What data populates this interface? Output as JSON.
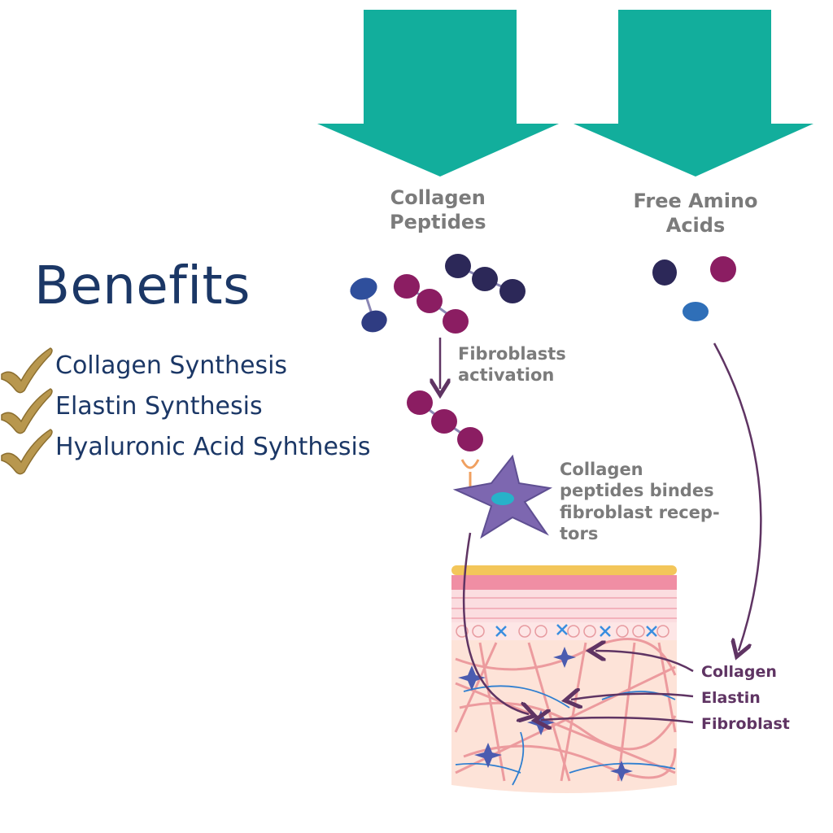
{
  "benefits": {
    "title": "Benefits",
    "items": [
      {
        "label": "Collagen Synthesis"
      },
      {
        "label": "Elastin Synthesis"
      },
      {
        "label": "Hyaluronic Acid Syhthesis"
      }
    ]
  },
  "diagram": {
    "arrow_left_label_line1": "Collagen",
    "arrow_left_label_line2": "Peptides",
    "arrow_right_label_line1": "Free Amino",
    "arrow_right_label_line2": "Acids",
    "step1_line1": "Fibroblasts",
    "step1_line2": "activation",
    "step2_line1": "Collagen",
    "step2_line2": "peptides bindes",
    "step2_line3": "fibroblast recep-",
    "step2_line4": "tors",
    "skin_label_collagen": "Collagen",
    "skin_label_elastin": "Elastin",
    "skin_label_fibroblast": "Fibroblast"
  },
  "colors": {
    "teal_arrow": "#12ae9c",
    "title_navy": "#1b3766",
    "check_gold": "#b8974e",
    "magenta_bead": "#8b1d62",
    "navy_bead": "#2c2858",
    "blue_bead": "#2f4f9c",
    "label_purple": "#5f3463",
    "label_gray": "#7b7b7b"
  }
}
